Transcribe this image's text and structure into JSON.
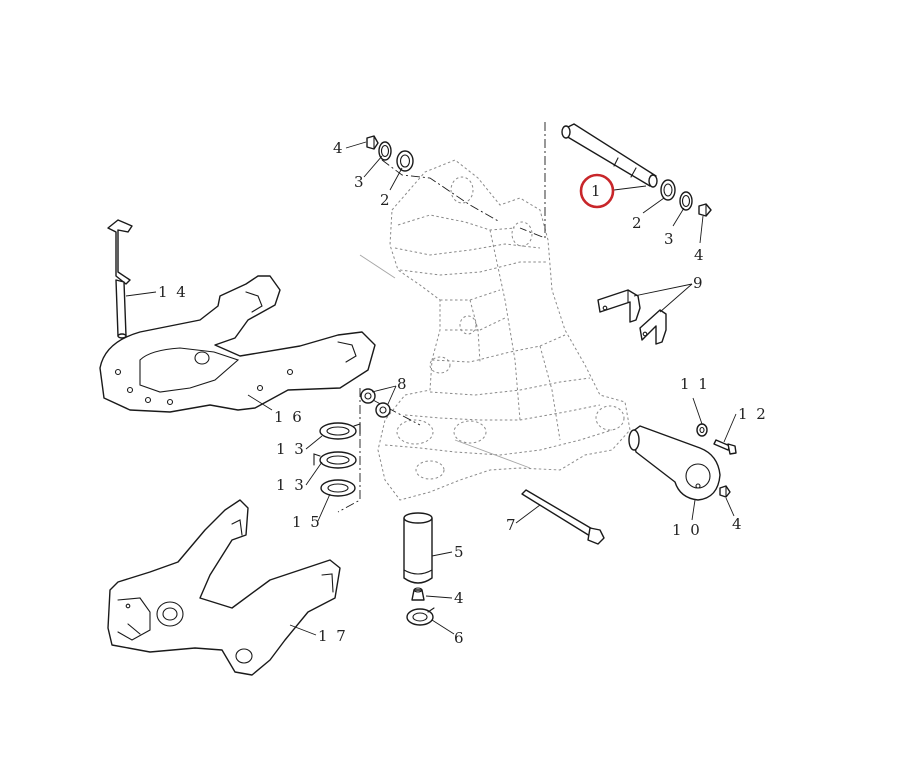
{
  "highlight_color": "#c8262a",
  "callouts": {
    "c1": "1",
    "c2a": "2",
    "c2b": "2",
    "c3a": "3",
    "c3b": "3",
    "c4a": "4",
    "c4b": "4",
    "c4c": "4",
    "c4d": "4",
    "c5": "5",
    "c6": "6",
    "c7": "7",
    "c8": "8",
    "c9": "9",
    "c10": "1 0",
    "c11": "1 1",
    "c12": "1 2",
    "c13a": "1 3",
    "c13b": "1 3",
    "c14": "1 4",
    "c15": "1 5",
    "c16": "1 6",
    "c17": "1 7"
  }
}
